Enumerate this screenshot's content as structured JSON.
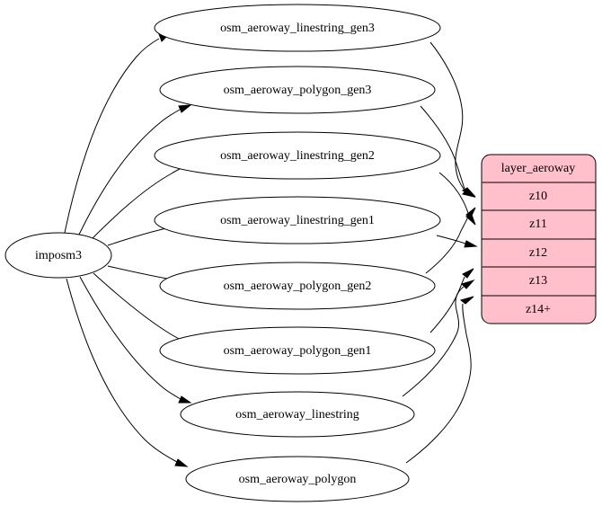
{
  "diagram": {
    "type": "graphviz-digraph",
    "title": "osm_aeroway import and layer mapping",
    "background_color": "#ffffff",
    "source_node": {
      "id": "imposm3",
      "label": "imposm3",
      "shape": "ellipse",
      "fill_color": "#ffffff",
      "stroke_color": "#000000"
    },
    "table_nodes": [
      {
        "id": "osm_aeroway_linestring_gen3",
        "label": "osm_aeroway_linestring_gen3",
        "shape": "ellipse",
        "fill_color": "#ffffff",
        "stroke_color": "#000000"
      },
      {
        "id": "osm_aeroway_polygon_gen3",
        "label": "osm_aeroway_polygon_gen3",
        "shape": "ellipse",
        "fill_color": "#ffffff",
        "stroke_color": "#000000"
      },
      {
        "id": "osm_aeroway_linestring_gen2",
        "label": "osm_aeroway_linestring_gen2",
        "shape": "ellipse",
        "fill_color": "#ffffff",
        "stroke_color": "#000000"
      },
      {
        "id": "osm_aeroway_linestring_gen1",
        "label": "osm_aeroway_linestring_gen1",
        "shape": "ellipse",
        "fill_color": "#ffffff",
        "stroke_color": "#000000"
      },
      {
        "id": "osm_aeroway_polygon_gen2",
        "label": "osm_aeroway_polygon_gen2",
        "shape": "ellipse",
        "fill_color": "#ffffff",
        "stroke_color": "#000000"
      },
      {
        "id": "osm_aeroway_polygon_gen1",
        "label": "osm_aeroway_polygon_gen1",
        "shape": "ellipse",
        "fill_color": "#ffffff",
        "stroke_color": "#000000"
      },
      {
        "id": "osm_aeroway_linestring",
        "label": "osm_aeroway_linestring",
        "shape": "ellipse",
        "fill_color": "#ffffff",
        "stroke_color": "#000000"
      },
      {
        "id": "osm_aeroway_polygon",
        "label": "osm_aeroway_polygon",
        "shape": "ellipse",
        "fill_color": "#ffffff",
        "stroke_color": "#000000"
      }
    ],
    "layer_node": {
      "id": "layer_aeroway",
      "header": "layer_aeroway",
      "shape": "rounded-record",
      "fill_color": "#ffc0cb",
      "stroke_color": "#000000",
      "rows": [
        {
          "id": "z10",
          "label": "z10"
        },
        {
          "id": "z11",
          "label": "z11"
        },
        {
          "id": "z12",
          "label": "z12"
        },
        {
          "id": "z13",
          "label": "z13"
        },
        {
          "id": "z14",
          "label": "z14+"
        }
      ]
    },
    "edges": [
      {
        "from": "imposm3",
        "to": "osm_aeroway_linestring_gen3"
      },
      {
        "from": "imposm3",
        "to": "osm_aeroway_polygon_gen3"
      },
      {
        "from": "imposm3",
        "to": "osm_aeroway_linestring_gen2"
      },
      {
        "from": "imposm3",
        "to": "osm_aeroway_linestring_gen1"
      },
      {
        "from": "imposm3",
        "to": "osm_aeroway_polygon_gen2"
      },
      {
        "from": "imposm3",
        "to": "osm_aeroway_polygon_gen1"
      },
      {
        "from": "imposm3",
        "to": "osm_aeroway_linestring"
      },
      {
        "from": "imposm3",
        "to": "osm_aeroway_polygon"
      },
      {
        "from": "osm_aeroway_linestring_gen3",
        "to": "layer_aeroway:z10"
      },
      {
        "from": "osm_aeroway_polygon_gen3",
        "to": "layer_aeroway:z10"
      },
      {
        "from": "osm_aeroway_linestring_gen2",
        "to": "layer_aeroway:z11"
      },
      {
        "from": "osm_aeroway_polygon_gen2",
        "to": "layer_aeroway:z11"
      },
      {
        "from": "osm_aeroway_linestring_gen1",
        "to": "layer_aeroway:z12"
      },
      {
        "from": "osm_aeroway_polygon_gen1",
        "to": "layer_aeroway:z13"
      },
      {
        "from": "osm_aeroway_linestring",
        "to": "layer_aeroway:z14"
      },
      {
        "from": "osm_aeroway_polygon",
        "to": "layer_aeroway:z14"
      }
    ]
  }
}
